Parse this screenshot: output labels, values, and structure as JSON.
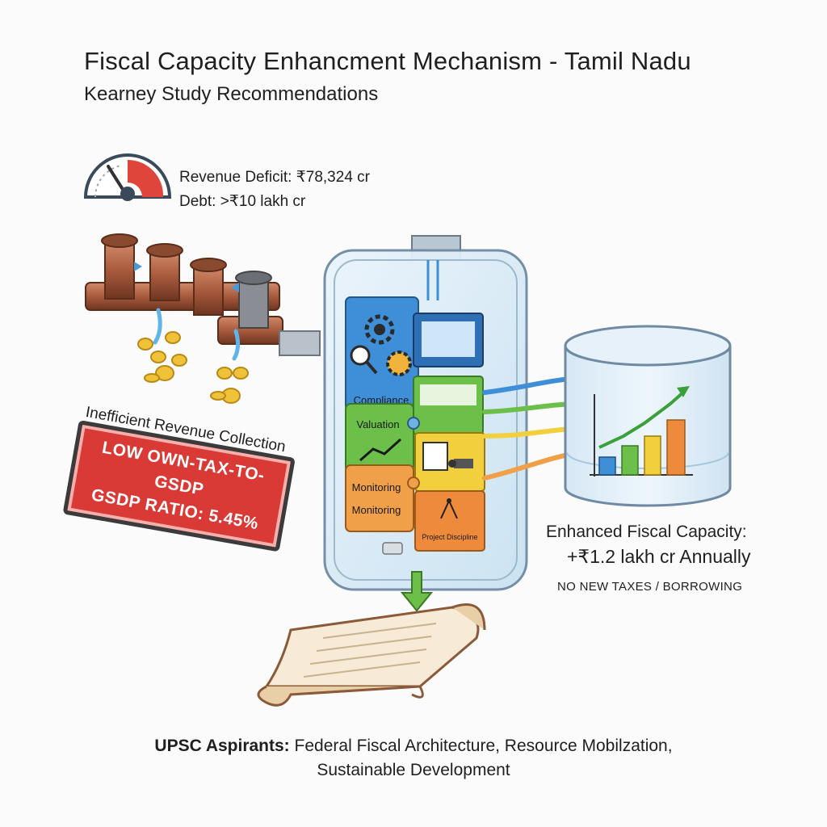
{
  "header": {
    "title": "Fiscal Capacity Enhancment Mechanism - Tamil Nadu",
    "subtitle": "Kearney Study Recommendations"
  },
  "stats": {
    "revenue_deficit": "Revenue Deficit: ₹78,324 cr",
    "debt": "Debt: >₹10 lakh cr"
  },
  "problem": {
    "label": "Inefficient Revenue Collection",
    "banner_line1": "LOW OWN-TAX-TO-GSDP",
    "banner_line2": "GSDP RATIO: 5.45%"
  },
  "machine": {
    "panels": {
      "compliance": "Compliance",
      "valuation": "Valuation",
      "monitoring_1": "Monitoring",
      "monitoring_2": "Monitoring",
      "project": "Project Discipline"
    }
  },
  "outcome": {
    "line1": "Enhanced Fiscal Capacity:",
    "line2": "+₹1.2 lakh cr Annually",
    "note": "NO NEW TAXES / BORROWING"
  },
  "footer": {
    "audience": "UPSC Aspirants:",
    "topics_1": "Federal Fiscal Architecture, Resource Mobilzation,",
    "topics_2": "Sustainable Development"
  },
  "colors": {
    "compliance": "#3f8fd8",
    "valuation": "#6cc04a",
    "yellow": "#f2cf3c",
    "monitoring": "#f0a048",
    "project": "#ee8a3c",
    "banner": "#d93a36"
  },
  "icons": [
    "gauge-icon",
    "gear-icon",
    "magnifier-icon",
    "camera-icon",
    "compass-icon",
    "growth-chart-icon",
    "scroll-icon"
  ]
}
